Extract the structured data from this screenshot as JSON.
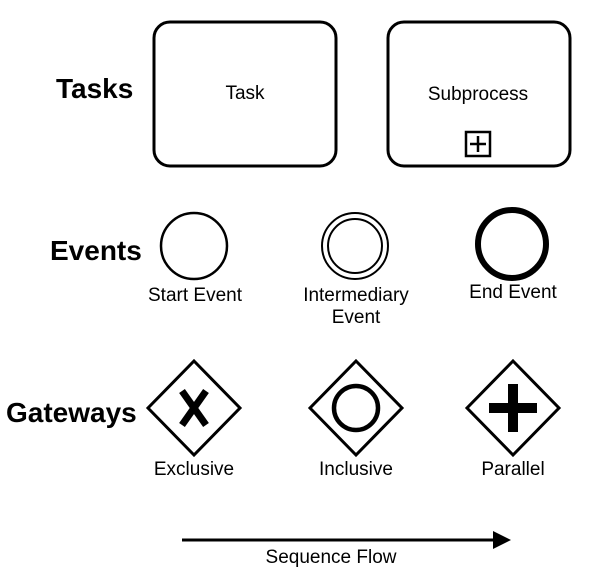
{
  "sections": {
    "tasks": "Tasks",
    "events": "Events",
    "gateways": "Gateways"
  },
  "tasks": {
    "task": "Task",
    "subprocess": "Subprocess"
  },
  "events": {
    "start": "Start Event",
    "intermediary_line1": "Intermediary",
    "intermediary_line2": "Event",
    "end": "End Event"
  },
  "gateways": {
    "exclusive": "Exclusive",
    "inclusive": "Inclusive",
    "parallel": "Parallel"
  },
  "flow": {
    "sequence": "Sequence Flow"
  },
  "icons": {
    "subprocess_marker": "plus-in-square-icon",
    "exclusive_marker": "x-mark-icon",
    "inclusive_marker": "circle-mark-icon",
    "parallel_marker": "plus-mark-icon",
    "sequence_arrow": "arrow-right-icon"
  },
  "colors": {
    "stroke": "#000000",
    "fill": "#ffffff"
  }
}
